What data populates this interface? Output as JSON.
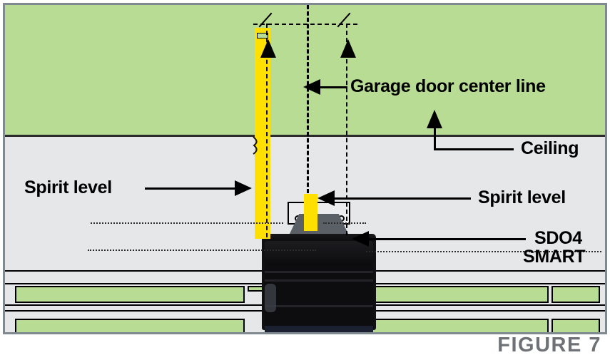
{
  "figure": {
    "caption": "FIGURE 7"
  },
  "labels": {
    "garage_center_line": "Garage door center line",
    "ceiling": "Ceiling",
    "spirit_level_left": "Spirit level",
    "spirit_level_right": "Spirit level",
    "device_line1": "SDO4",
    "device_line2": "SMART"
  },
  "colors": {
    "ceiling_green": "#b8dc94",
    "wall_grey": "#e6e7e9",
    "level_yellow": "#ffe000",
    "opener_black": "#0d0d0f",
    "bracket_grey": "#5b5f66",
    "frame_grey": "#808890",
    "caption_grey": "#6e7276",
    "line_black": "#000000"
  },
  "elements": {
    "ceiling_region": "Ceiling surface shown in green",
    "wall_region": "Wall / door opening shown in light grey",
    "door_panels": "Garage door panel sections",
    "long_spirit_level": "Tall vertical yellow spirit level with green vial",
    "small_spirit_level": "Short yellow spirit level on opener bracket",
    "opener_unit": "SDO4 SMART garage door opener",
    "mounting_bracket": "Opener mounting plate with two fixing holes",
    "center_line": "Garage door center line (dash-dot)",
    "dimension_line": "Horizontal dimension line with slash ticks"
  }
}
